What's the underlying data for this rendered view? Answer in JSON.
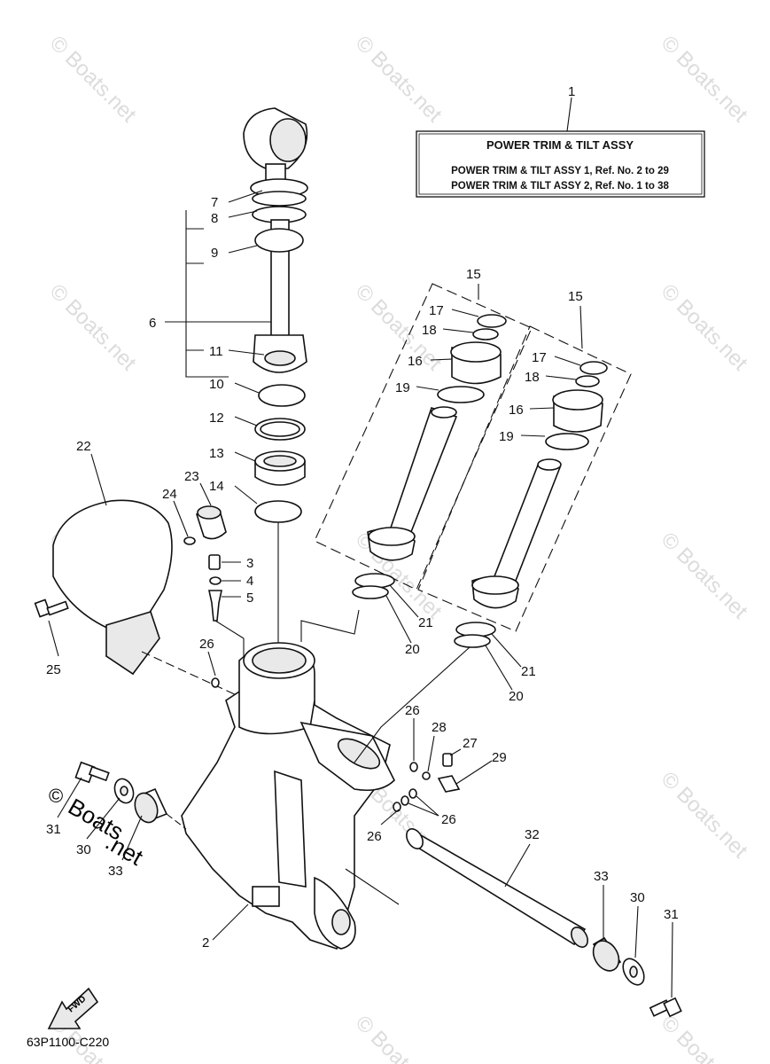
{
  "watermark": "© Boats.net",
  "info_box": {
    "ref": "1",
    "title": "POWER TRIM & TILT ASSY",
    "line1": "POWER TRIM & TILT ASSY 1,  Ref. No. 2 to 29",
    "line2": "POWER TRIM & TILT ASSY 2,  Ref. No. 1 to 38"
  },
  "fwd_label": "FWD",
  "diagram_code": "63P1100-C220",
  "watermark_big": {
    "l1": "©",
    "l2": "Boats",
    "l3": ".net"
  },
  "callouts": {
    "c2": "2",
    "c3": "3",
    "c4": "4",
    "c5": "5",
    "c6": "6",
    "c7": "7",
    "c8": "8",
    "c9": "9",
    "c10": "10",
    "c11": "11",
    "c12": "12",
    "c13": "13",
    "c14": "14",
    "c15a": "15",
    "c15b": "15",
    "c16a": "16",
    "c16b": "16",
    "c17a": "17",
    "c17b": "17",
    "c18a": "18",
    "c18b": "18",
    "c19a": "19",
    "c19b": "19",
    "c20a": "20",
    "c20b": "20",
    "c21a": "21",
    "c21b": "21",
    "c22": "22",
    "c23": "23",
    "c24": "24",
    "c25": "25",
    "c26a": "26",
    "c26b": "26",
    "c26c": "26",
    "c26d": "26",
    "c27": "27",
    "c28": "28",
    "c29": "29",
    "c30a": "30",
    "c30b": "30",
    "c31a": "31",
    "c31b": "31",
    "c32": "32",
    "c33a": "33",
    "c33b": "33"
  }
}
